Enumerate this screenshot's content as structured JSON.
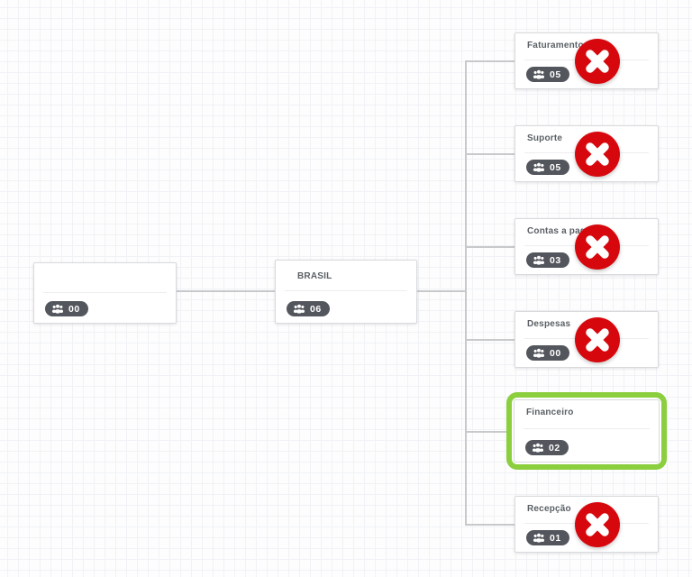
{
  "root": {
    "title": "",
    "count": "00"
  },
  "parent": {
    "title": "BRASIL",
    "count": "06"
  },
  "children": [
    {
      "title": "Faturamento",
      "count": "05"
    },
    {
      "title": "Suporte",
      "count": "05"
    },
    {
      "title": "Contas a pagar",
      "count": "03"
    },
    {
      "title": "Despesas",
      "count": "00"
    },
    {
      "title": "Financeiro",
      "count": "02"
    },
    {
      "title": "Recepção",
      "count": "01"
    }
  ],
  "selected_child": "Financeiro",
  "colors": {
    "delete_red": "#d6080d",
    "selected_green": "#8bce3e",
    "badge_bg": "#53565c",
    "connector_gray": "#c8c9cb",
    "card_border": "#d9dadc"
  },
  "icons": {
    "badge_icon": "users-icon",
    "delete_icon": "close-icon"
  }
}
